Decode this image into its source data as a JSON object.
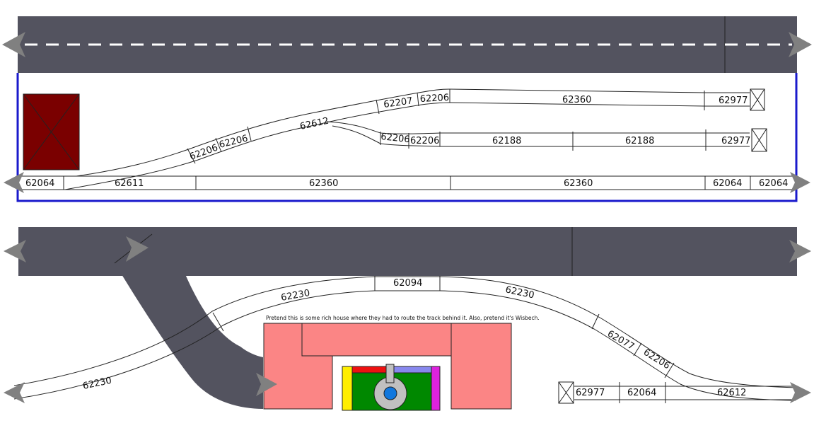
{
  "colors": {
    "road": "#53535f",
    "road_dash": "#ffffff",
    "boundary": "#1a1acc",
    "shed": "#7a0000",
    "house": "#fb8585",
    "green": "#008800",
    "yellow": "#ffee00",
    "magenta": "#dd22dd",
    "red": "#ee1111",
    "lavender": "#8888ee",
    "grey": "#c0c0c0",
    "blue": "#1177dd",
    "arrow": "#808080"
  },
  "top_layout": {
    "bottom_track": [
      "62064",
      "62611",
      "62360",
      "62360",
      "62064",
      "62064"
    ],
    "upper_siding": [
      "62207",
      "62206",
      "62360",
      "62977"
    ],
    "lower_siding": [
      "62206",
      "62206",
      "62188",
      "62188",
      "62977"
    ],
    "curve": [
      "62206",
      "62206",
      "62612"
    ]
  },
  "bottom_layout": {
    "main_curve": [
      "62230",
      "62230",
      "62094",
      "62230",
      "62077",
      "62206"
    ],
    "siding": [
      "62977",
      "62064",
      "62612"
    ],
    "note": "Pretend this is some rich house where they had to route the track behind it. Also, pretend it's Wisbech."
  }
}
